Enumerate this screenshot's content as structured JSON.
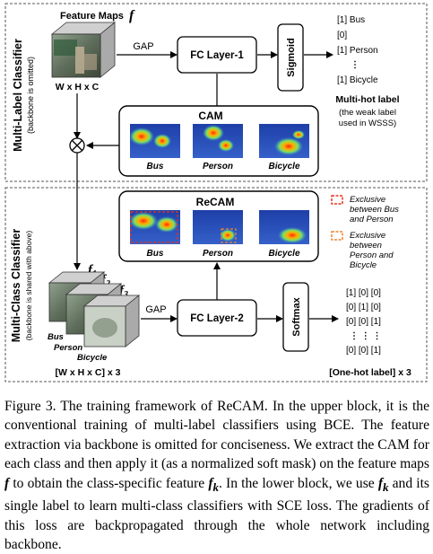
{
  "upper_block": {
    "side_title": "Multi-Label Classifier",
    "side_note": "(backbone is omitted)",
    "feature_maps_label": "Feature Maps",
    "feature_symbol": "f",
    "dims": "W x H x C",
    "gap": "GAP",
    "fc_layer": "FC Layer-1",
    "activation": "Sigmoid",
    "output_vector": [
      "[1]  Bus",
      "[0]",
      "[1]  Person",
      "⋮",
      "[1]  Bicycle"
    ],
    "output_label_title": "Multi-hot label",
    "output_label_note": [
      "(the weak label",
      "used in WSSS)"
    ],
    "cam_title": "CAM",
    "cam_classes": [
      "Bus",
      "Person",
      "Bicycle"
    ]
  },
  "lower_block": {
    "side_title": "Multi-Class Classifier",
    "side_note": "(backbone is shared with above)",
    "feature_symbols": [
      "f1",
      "f2",
      "f3"
    ],
    "stack_labels": [
      "Bus",
      "Person",
      "Bicycle"
    ],
    "dims": "[W x H x C] x 3",
    "gap": "GAP",
    "fc_layer": "FC Layer-2",
    "activation": "Softmax",
    "output_rows": [
      "[1] [0] [0]",
      "[0] [1] [0]",
      "[0] [0] [1]",
      "⋮   ⋮   ⋮",
      "[0] [0] [1]"
    ],
    "output_label": "[One-hot label] x 3",
    "recam_title": "ReCAM",
    "recam_classes": [
      "Bus",
      "Person",
      "Bicycle"
    ],
    "legend": [
      {
        "text": [
          "Exclusive",
          "between Bus",
          "and Person"
        ],
        "color": "#e8331f"
      },
      {
        "text": [
          "Exclusive",
          "between",
          "Person and",
          "Bicycle"
        ],
        "color": "#f0842c"
      }
    ]
  },
  "caption": {
    "p1": "Figure 3. The training framework of ReCAM. In the upper block, it is the conventional training of multi-label classifiers using BCE. The feature extraction via backbone is omitted for conciseness. We extract the CAM for each class and then apply it (as a normalized soft mask) on the feature maps ",
    "f": "f",
    "p2": " to obtain the class-specific feature ",
    "fk1": "f",
    "k1": "k",
    "p3": ". In the lower block, we use ",
    "fk2": "f",
    "k2": "k",
    "p4": " and its single label to learn multi-class classifiers with SCE loss. The gradients of this loss are backpropagated through the whole network including backbone."
  }
}
